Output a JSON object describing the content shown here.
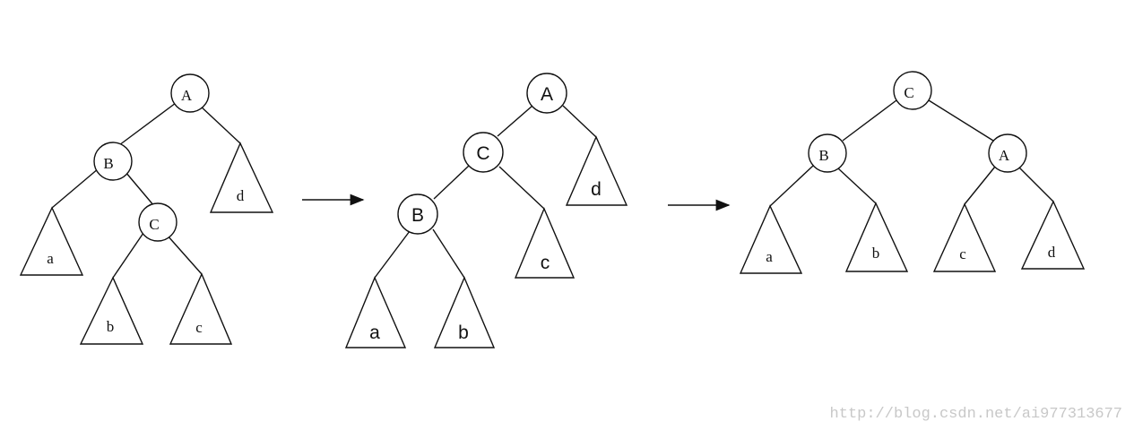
{
  "diagram1": {
    "nodes": {
      "A": "A",
      "B": "B",
      "C": "C"
    },
    "subtrees": {
      "a": "a",
      "b": "b",
      "c": "c",
      "d": "d"
    }
  },
  "diagram2": {
    "nodes": {
      "A": "A",
      "B": "B",
      "C": "C"
    },
    "subtrees": {
      "a": "a",
      "b": "b",
      "c": "c",
      "d": "d"
    }
  },
  "diagram3": {
    "nodes": {
      "A": "A",
      "B": "B",
      "C": "C"
    },
    "subtrees": {
      "a": "a",
      "b": "b",
      "c": "c",
      "d": "d"
    }
  },
  "watermark": "http://blog.csdn.net/ai977313677"
}
